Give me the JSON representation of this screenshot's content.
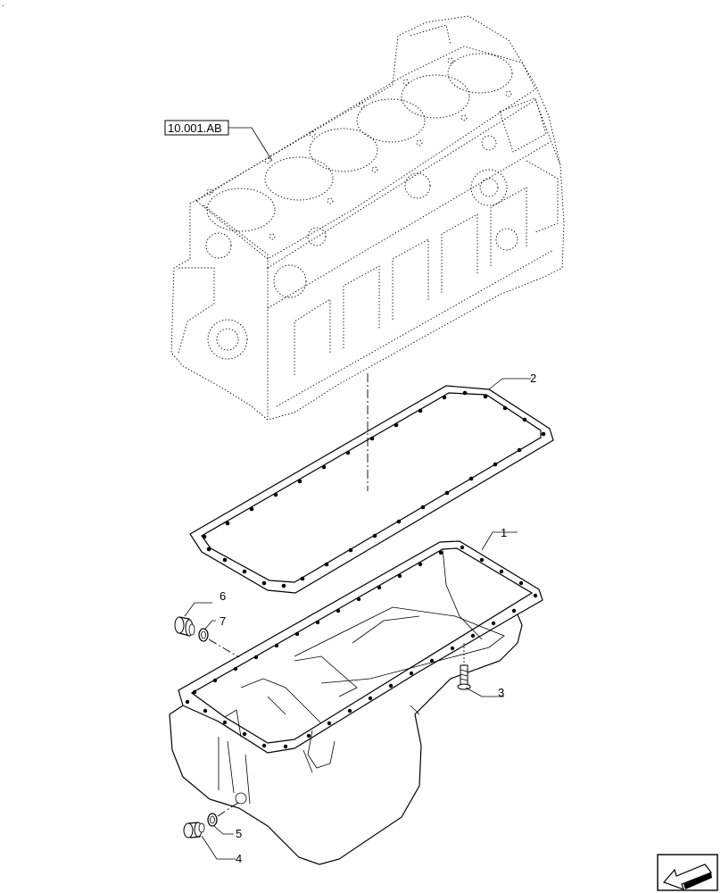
{
  "reference_label": "10.001.AB",
  "callouts": [
    {
      "id": "callout-1",
      "text": "1"
    },
    {
      "id": "callout-2",
      "text": "2"
    },
    {
      "id": "callout-3",
      "text": "3"
    },
    {
      "id": "callout-4",
      "text": "4"
    },
    {
      "id": "callout-5",
      "text": "5"
    },
    {
      "id": "callout-6",
      "text": "6"
    },
    {
      "id": "callout-7",
      "text": "7"
    }
  ],
  "corner_mark": ".",
  "icons": {
    "nav": "previous-page-arrow-icon"
  }
}
